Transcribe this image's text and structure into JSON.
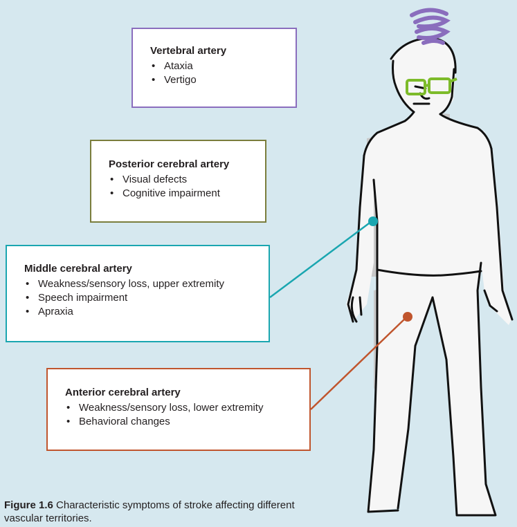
{
  "boxes": {
    "vertebral": {
      "title": "Vertebral artery",
      "items": [
        "Ataxia",
        "Vertigo"
      ],
      "color": "#8a6dbd"
    },
    "posterior": {
      "title": "Posterior cerebral artery",
      "items": [
        "Visual defects",
        "Cognitive impairment"
      ],
      "color": "#7a7d3c"
    },
    "middle": {
      "title": "Middle cerebral artery",
      "items": [
        "Weakness/sensory loss, upper extremity",
        "Speech impairment",
        "Apraxia"
      ],
      "color": "#1aa6b0"
    },
    "anterior": {
      "title": "Anterior cerebral artery",
      "items": [
        "Weakness/sensory loss, lower extremity",
        "Behavioral changes"
      ],
      "color": "#c0552d"
    }
  },
  "caption": {
    "label": "Figure 1.6",
    "text": " Characteristic symptoms of stroke affecting different vascular territories."
  },
  "colors": {
    "background": "#d6e8ef",
    "dizzy_swirl": "#8a6dbd",
    "glasses": "#7dbb2a",
    "figure_outline": "#111111",
    "figure_shading": "#c4c4c4"
  }
}
